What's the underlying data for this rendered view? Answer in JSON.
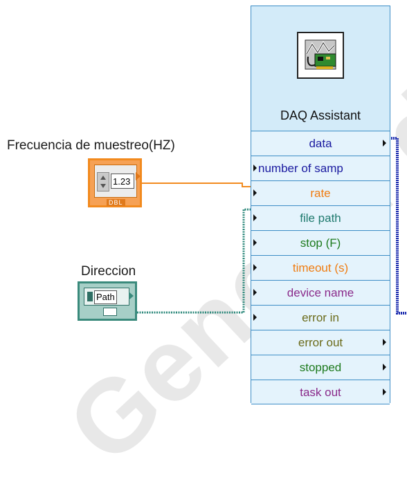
{
  "watermark": "General de Bi",
  "controls": {
    "frequency": {
      "label": "Frecuencia de muestreo(HZ)",
      "value": "1.23",
      "type_badge": "DBL"
    },
    "direction": {
      "label": "Direccion",
      "value": "Path"
    }
  },
  "daq_assistant": {
    "title": "DAQ Assistant",
    "terminals": [
      {
        "label": "data",
        "color": "#1a1aa0",
        "direction": "output"
      },
      {
        "label": "number of samp",
        "color": "#1a1aa0",
        "direction": "input"
      },
      {
        "label": "rate",
        "color": "#f07c10",
        "direction": "input"
      },
      {
        "label": "file path",
        "color": "#1f7a6e",
        "direction": "input"
      },
      {
        "label": "stop (F)",
        "color": "#1d7a1d",
        "direction": "input"
      },
      {
        "label": "timeout (s)",
        "color": "#f07c10",
        "direction": "input"
      },
      {
        "label": "device name",
        "color": "#8a2a8a",
        "direction": "input"
      },
      {
        "label": "error in",
        "color": "#6b6b1a",
        "direction": "input"
      },
      {
        "label": "error out",
        "color": "#6b6b1a",
        "direction": "output"
      },
      {
        "label": "stopped",
        "color": "#1d7a1d",
        "direction": "output"
      },
      {
        "label": "task out",
        "color": "#8a2a8a",
        "direction": "output"
      }
    ]
  },
  "colors": {
    "numeric_wire": "#f28a1e",
    "path_wire": "#2f8a7c",
    "dynamic_data_wire": "#1f2fb0",
    "vi_border": "#3c8dc6",
    "vi_fill": "#d3ebf9"
  }
}
